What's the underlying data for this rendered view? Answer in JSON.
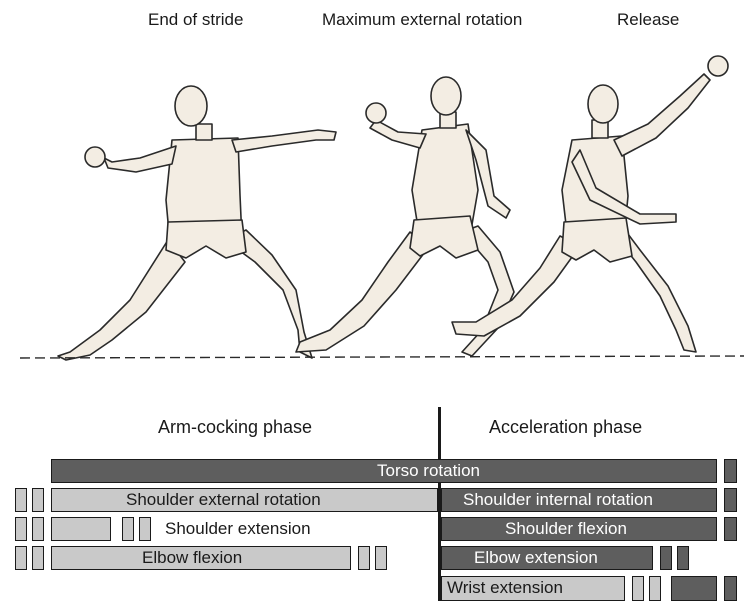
{
  "titles": {
    "end_of_stride": "End of stride",
    "max_external_rotation": "Maximum external rotation",
    "release": "Release"
  },
  "phases": {
    "arm_cocking": "Arm-cocking phase",
    "acceleration": "Acceleration phase"
  },
  "bars": {
    "torso_rotation": "Torso rotation",
    "shoulder_external_rotation": "Shoulder external rotation",
    "shoulder_internal_rotation": "Shoulder internal rotation",
    "shoulder_extension": "Shoulder extension",
    "shoulder_flexion": "Shoulder flexion",
    "elbow_flexion": "Elbow flexion",
    "elbow_extension": "Elbow extension",
    "wrist_extension": "Wrist extension"
  },
  "colors": {
    "active_dark": "#5e5e5e",
    "active_light": "#c9c9c9",
    "outline": "#1a1a1a"
  }
}
